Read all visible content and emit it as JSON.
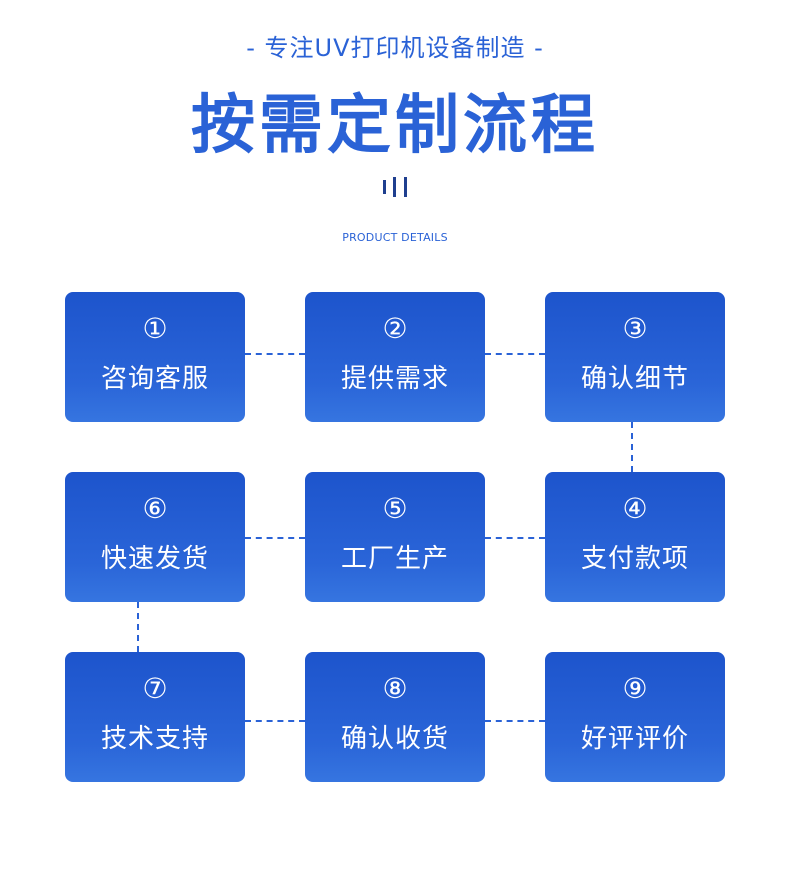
{
  "header": {
    "subtitle": "- 专注UV打印机设备制造 -",
    "title": "按需定制流程",
    "eyebrow": "PRODUCT DETAILS"
  },
  "steps": [
    {
      "num": "①",
      "label": "咨询客服"
    },
    {
      "num": "②",
      "label": "提供需求"
    },
    {
      "num": "③",
      "label": "确认细节"
    },
    {
      "num": "④",
      "label": "支付款项"
    },
    {
      "num": "⑤",
      "label": "工厂生产"
    },
    {
      "num": "⑥",
      "label": "快速发货"
    },
    {
      "num": "⑦",
      "label": "技术支持"
    },
    {
      "num": "⑧",
      "label": "确认收货"
    },
    {
      "num": "⑨",
      "label": "好评评价"
    }
  ],
  "colors": {
    "accent": "#2a62d6",
    "card": "#1d54cc",
    "text_on_card": "#ffffff"
  }
}
